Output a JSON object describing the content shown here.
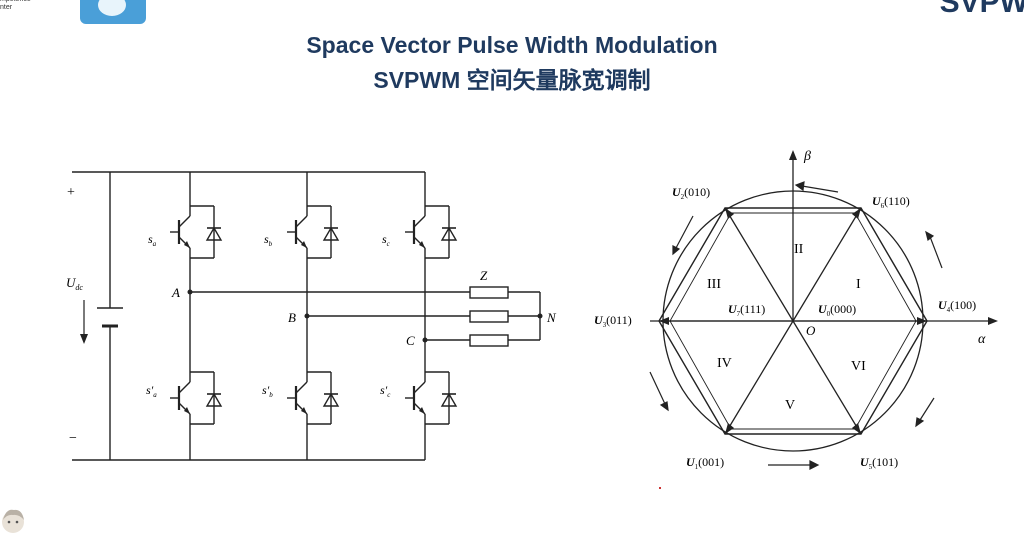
{
  "header": {
    "logo_text_line1": "mpetence",
    "logo_text_line2": "nter",
    "corner_title": "SVPW"
  },
  "title": {
    "line1": "Space Vector Pulse Width Modulation",
    "line2": "SVPWM 空间矢量脉宽调制"
  },
  "inverter": {
    "plus": "+",
    "minus": "−",
    "voltage": "U",
    "voltage_sub": "dc",
    "switches_top": [
      {
        "label": "s",
        "sub": "a"
      },
      {
        "label": "s",
        "sub": "b"
      },
      {
        "label": "s",
        "sub": "c"
      }
    ],
    "switches_bottom": [
      {
        "label": "s′",
        "sub": "a"
      },
      {
        "label": "s′",
        "sub": "b"
      },
      {
        "label": "s′",
        "sub": "c"
      }
    ],
    "node_a": "A",
    "node_b": "B",
    "node_c": "C",
    "load": "Z",
    "neutral": "N"
  },
  "hexagon": {
    "beta": "β",
    "alpha": "α",
    "origin": "O",
    "vectors": [
      {
        "name": "U",
        "sub": "2",
        "code": "(010)"
      },
      {
        "name": "U",
        "sub": "6",
        "code": "(110)"
      },
      {
        "name": "U",
        "sub": "4",
        "code": "(100)"
      },
      {
        "name": "U",
        "sub": "5",
        "code": "(101)"
      },
      {
        "name": "U",
        "sub": "1",
        "code": "(001)"
      },
      {
        "name": "U",
        "sub": "3",
        "code": "(011)"
      },
      {
        "name": "U",
        "sub": "7",
        "code": "(111)"
      },
      {
        "name": "U",
        "sub": "0",
        "code": "(000)"
      }
    ],
    "sectors": [
      "I",
      "II",
      "III",
      "IV",
      "V",
      "VI"
    ]
  }
}
